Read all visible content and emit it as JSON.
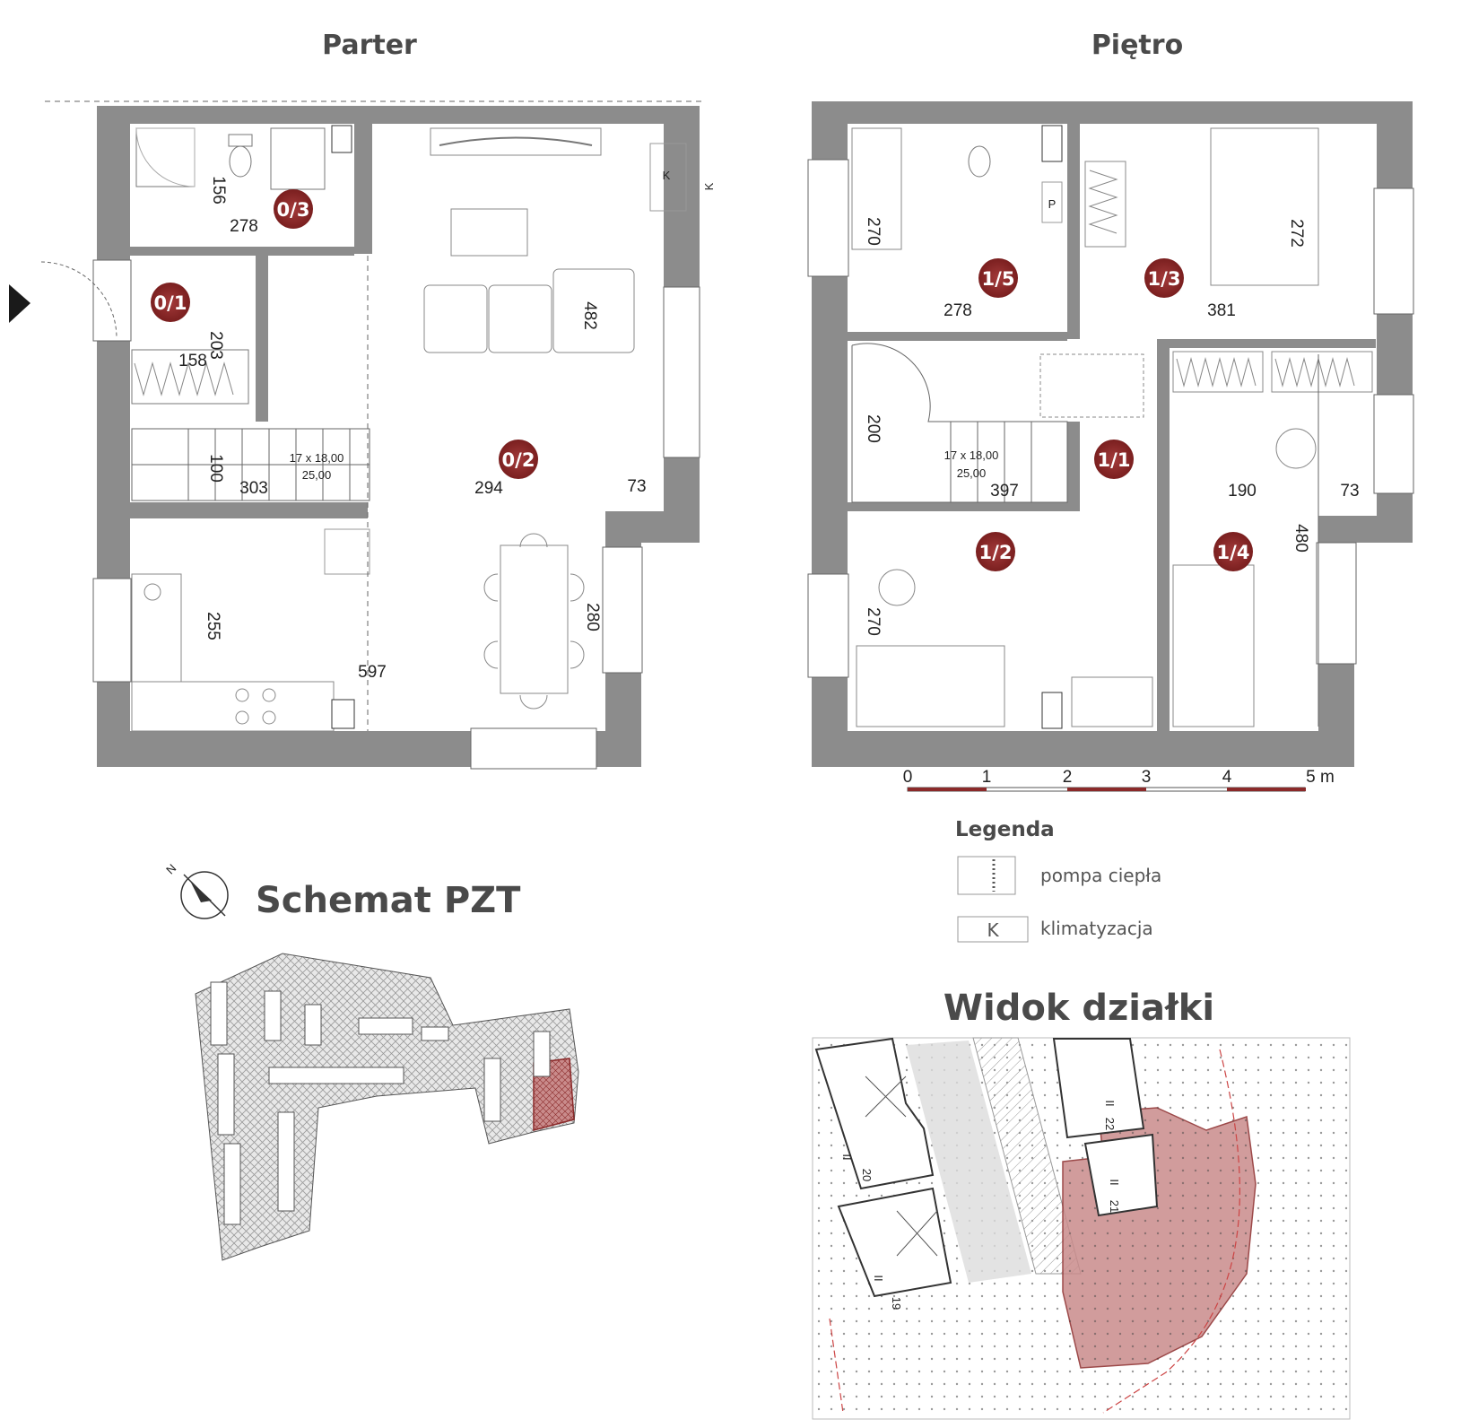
{
  "titles": {
    "ground_floor": "Parter",
    "first_floor": "Piętro",
    "site_scheme": "Schemat PZT",
    "plot_view": "Widok działki",
    "legend": "Legenda"
  },
  "compass": {
    "north_letter": "N"
  },
  "rooms_ground": [
    "0/1",
    "0/2",
    "0/3"
  ],
  "rooms_first": [
    "1/1",
    "1/2",
    "1/3",
    "1/4",
    "1/5"
  ],
  "dims_ground": {
    "d156": "156",
    "d278": "278",
    "d203": "203",
    "d158": "158",
    "d100": "100",
    "d303": "303",
    "d294": "294",
    "d73": "73",
    "d482": "482",
    "d255": "255",
    "d597": "597",
    "d280": "280"
  },
  "dims_first": {
    "d270a": "270",
    "d278": "278",
    "d272": "272",
    "d381": "381",
    "d200": "200",
    "d397": "397",
    "d190": "190",
    "d73": "73",
    "d480": "480",
    "d270b": "270"
  },
  "stairs": {
    "line1": "17 x 18,00",
    "line2": "25,00"
  },
  "equipment": {
    "ac": "K",
    "pump": "P"
  },
  "scale": {
    "ticks": [
      "0",
      "1",
      "2",
      "3",
      "4",
      "5 m"
    ]
  },
  "legend": {
    "heat_pump": "pompa ciepła",
    "ac": "klimatyzacja",
    "ac_symbol": "K"
  },
  "plot": {
    "lots": [
      "19",
      "20",
      "21",
      "22"
    ],
    "unit_mark": "II"
  },
  "colors": {
    "wall": "#8c8c8c",
    "accent": "#8b2a2a",
    "plot_fill": "#c98b8b",
    "line": "#555555"
  }
}
